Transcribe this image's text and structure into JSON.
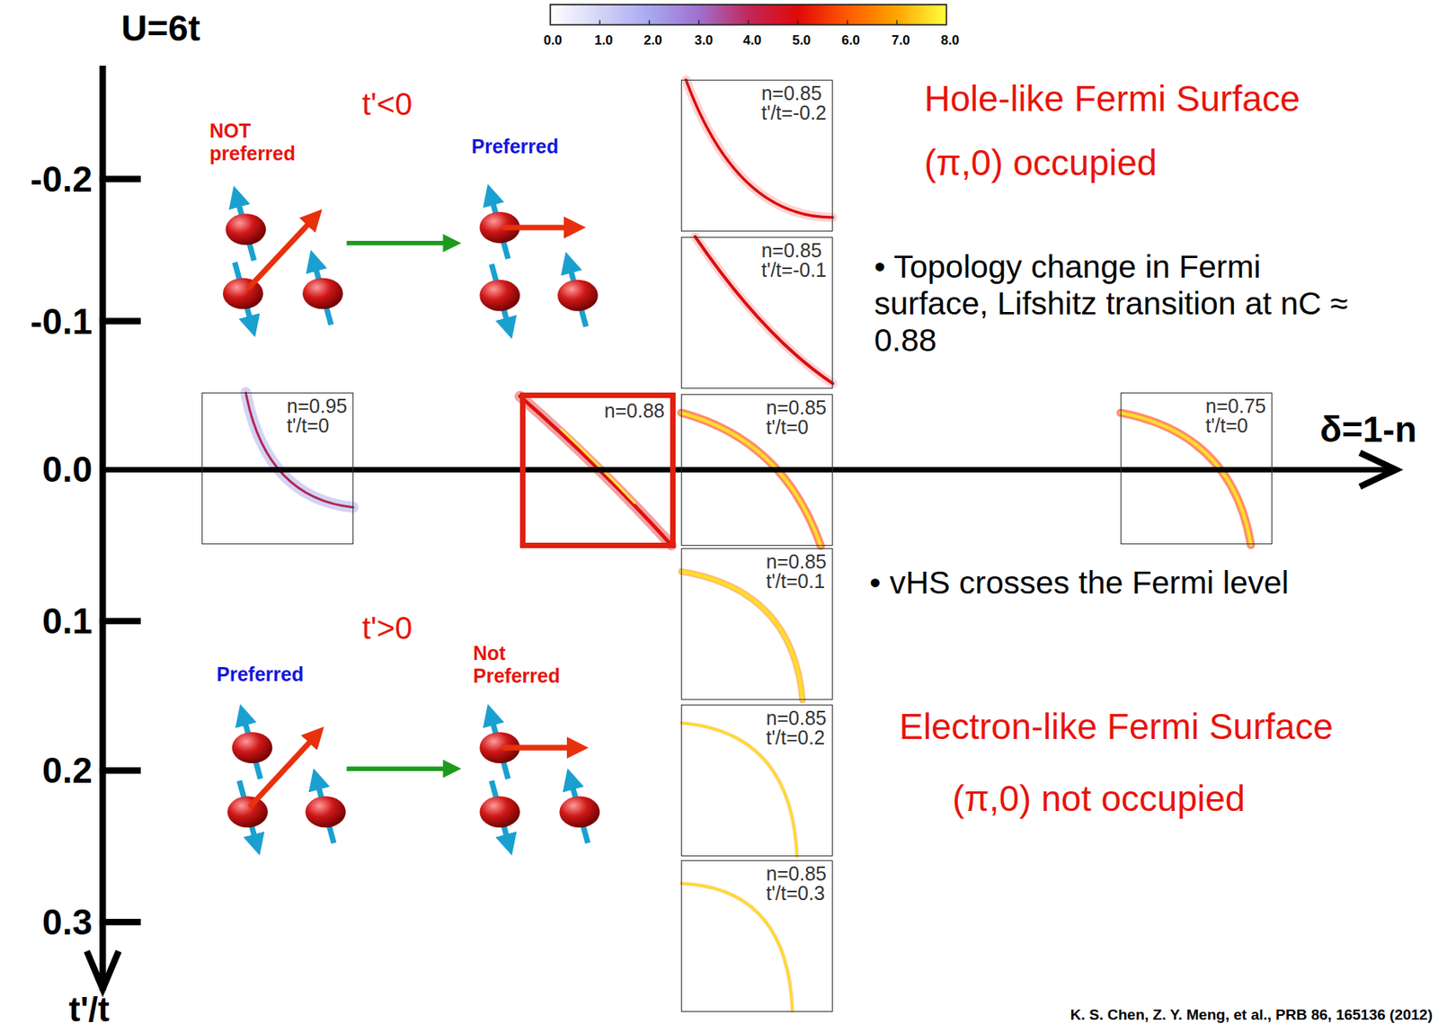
{
  "diagram": {
    "nodes": [
      {
        "text": [
          "n=0.85",
          "t'/t=-0.2"
        ]
      },
      {
        "text": [
          "n=0.85",
          "t'/t=-0.1"
        ]
      },
      {
        "text": [
          "n=0.95",
          "t'/t=0"
        ]
      },
      {
        "text": [
          "n=0.88"
        ]
      },
      {
        "text": [
          "n=0.85",
          "t'/t=0"
        ]
      },
      {
        "text": [
          "n=0.75",
          "t'/t=0"
        ]
      },
      {
        "text": [
          "n=0.85",
          "t'/t=0.1"
        ]
      },
      {
        "text": [
          "n=0.85",
          "t'/t=0.2"
        ]
      },
      {
        "text": [
          "n=0.85",
          "t'/t=0.3"
        ]
      }
    ],
    "labels": [
      "U=6t",
      "0.0",
      "1.0",
      "2.0",
      "3.0",
      "4.0",
      "5.0",
      "6.0",
      "7.0",
      "8.0",
      "-0.2",
      "-0.1",
      "0.0",
      "0.1",
      "0.2",
      "0.3",
      "t'/t",
      "δ=1-n",
      "t'<0",
      "NOT preferred",
      "Preferred",
      "t'>0",
      "Preferred",
      "Not Preferred",
      "Hole-like Fermi Surface",
      "(π,0) occupied",
      "• Topology change in Fermi surface, Lifshitz transition at nC ≈ 0.88",
      "• vHS crosses the Fermi level",
      "Electron-like Fermi Surface",
      "(π,0) not occupied",
      "K. S. Chen, Z. Y. Meng, et al., PRB 86, 165136 (2012)"
    ]
  }
}
